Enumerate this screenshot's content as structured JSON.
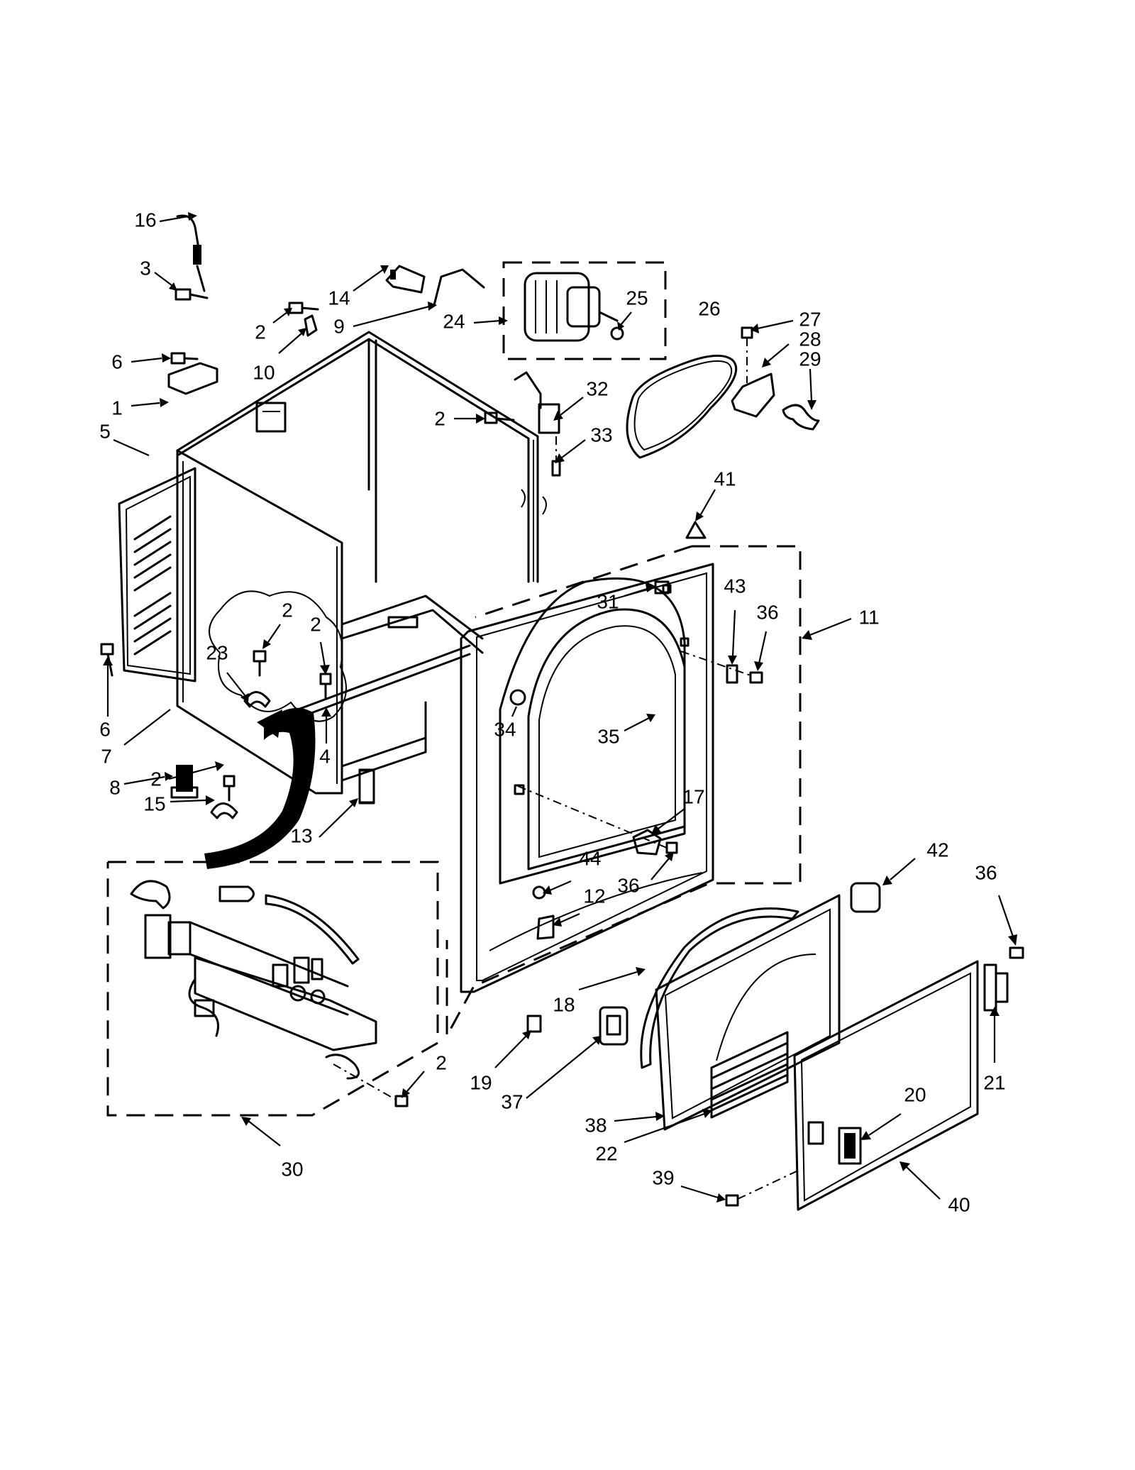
{
  "diagram": {
    "line_color": "#000000",
    "background": "#ffffff",
    "callouts": [
      {
        "id": "c16a",
        "text": "16"
      },
      {
        "id": "c3",
        "text": "3"
      },
      {
        "id": "c2a",
        "text": "2"
      },
      {
        "id": "c14",
        "text": "14"
      },
      {
        "id": "c9",
        "text": "9"
      },
      {
        "id": "c24",
        "text": "24"
      },
      {
        "id": "c25",
        "text": "25"
      },
      {
        "id": "c26",
        "text": "26"
      },
      {
        "id": "c27",
        "text": "27"
      },
      {
        "id": "c28",
        "text": "28"
      },
      {
        "id": "c29",
        "text": "29"
      },
      {
        "id": "c6a",
        "text": "6"
      },
      {
        "id": "c10",
        "text": "10"
      },
      {
        "id": "c1",
        "text": "1"
      },
      {
        "id": "c5",
        "text": "5"
      },
      {
        "id": "c32",
        "text": "32"
      },
      {
        "id": "c2b",
        "text": "2"
      },
      {
        "id": "c33",
        "text": "33"
      },
      {
        "id": "c41",
        "text": "41"
      },
      {
        "id": "c31",
        "text": "31"
      },
      {
        "id": "c43",
        "text": "43"
      },
      {
        "id": "c36a",
        "text": "36"
      },
      {
        "id": "c11",
        "text": "11"
      },
      {
        "id": "c2c",
        "text": "2"
      },
      {
        "id": "c2d",
        "text": "2"
      },
      {
        "id": "c23",
        "text": "23"
      },
      {
        "id": "c6b",
        "text": "6"
      },
      {
        "id": "c34",
        "text": "34"
      },
      {
        "id": "c35",
        "text": "35"
      },
      {
        "id": "c7",
        "text": "7"
      },
      {
        "id": "c4",
        "text": "4"
      },
      {
        "id": "c8",
        "text": "8"
      },
      {
        "id": "c2e",
        "text": "2"
      },
      {
        "id": "c15",
        "text": "15"
      },
      {
        "id": "c17",
        "text": "17"
      },
      {
        "id": "c13",
        "text": "13"
      },
      {
        "id": "c44",
        "text": "44"
      },
      {
        "id": "c36b",
        "text": "36"
      },
      {
        "id": "c12",
        "text": "12"
      },
      {
        "id": "c42",
        "text": "42"
      },
      {
        "id": "c36c",
        "text": "36"
      },
      {
        "id": "c18",
        "text": "18"
      },
      {
        "id": "c19",
        "text": "19"
      },
      {
        "id": "c37",
        "text": "37"
      },
      {
        "id": "c2f",
        "text": "2"
      },
      {
        "id": "c21",
        "text": "21"
      },
      {
        "id": "c20",
        "text": "20"
      },
      {
        "id": "c38",
        "text": "38"
      },
      {
        "id": "c22",
        "text": "22"
      },
      {
        "id": "c30",
        "text": "30"
      },
      {
        "id": "c39",
        "text": "39"
      },
      {
        "id": "c40",
        "text": "40"
      }
    ]
  }
}
